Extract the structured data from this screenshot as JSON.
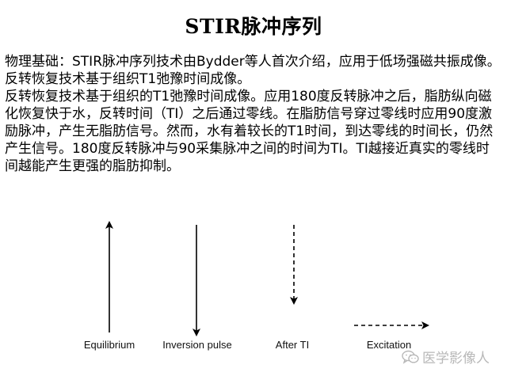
{
  "title": "STIR脉冲序列",
  "paragraph": "物理基础：STIR脉冲序列技术由Bydder等人首次介绍，应用于低场强磁共振成像。反转恢复技术基于组织T1弛豫时间成像。\n反转恢复技术基于组织的T1弛豫时间成像。应用180度反转脉冲之后，脂肪纵向磁化恢复快于水，反转时间（TI）之后通过零线。在脂肪信号穿过零线时应用90度激励脉冲，产生无脂肪信号。然而，水有着较长的T1时间，到达零线的时间长，仍然产生信号。180度反转脉冲与90采集脉冲之间的时间为TI。TI越接近真实的零线时间越能产生更强的脂肪抑制。",
  "diagram": {
    "labels": {
      "equilibrium": "Equilibrium",
      "inversion": "Inversion pulse",
      "after_ti": "After TI",
      "excitation": "Excitation"
    },
    "magnetization": {
      "equilibrium": 1.0,
      "inversion": -1.0,
      "after_ti": -0.8
    }
  },
  "watermark": {
    "text": "医学影像人",
    "icon": "wechat-icon"
  }
}
